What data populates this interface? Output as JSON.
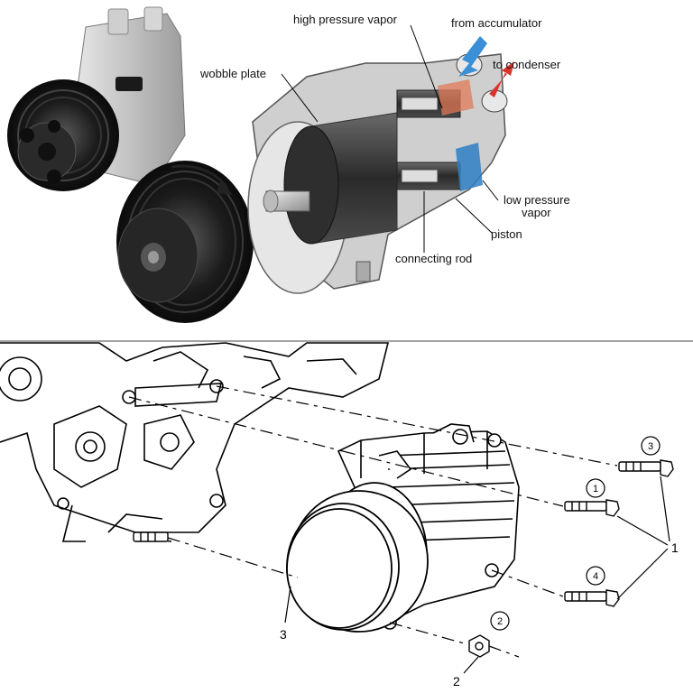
{
  "top_diagram": {
    "labels": {
      "high_pressure_vapor": "high pressure vapor",
      "from_accumulator": "from accumulator",
      "to_condenser": "to condenser",
      "wobble_plate": "wobble plate",
      "low_pressure_vapor_line1": "low pressure",
      "low_pressure_vapor_line2": "vapor",
      "piston": "piston",
      "connecting_rod": "connecting rod"
    },
    "colors": {
      "inlet_arrow": "#3a8fd6",
      "outlet_arrow": "#d9342b",
      "low_pressure_zone": "#2f7fc4"
    }
  },
  "bottom_diagram": {
    "callouts": {
      "bolt_1": "1",
      "bolt_2": "2",
      "bolt_3": "3",
      "bolt_4": "4",
      "group_1": "1",
      "label_2": "2",
      "label_3": "3"
    }
  }
}
